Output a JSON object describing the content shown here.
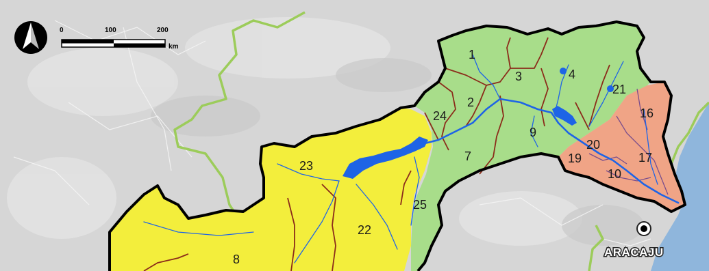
{
  "map": {
    "scale_bar": {
      "ticks": [
        "0",
        "100",
        "200"
      ],
      "unit": "km"
    },
    "north_arrow": {
      "icon": "north-arrow-icon"
    },
    "zones": [
      {
        "id": "1",
        "color": "#a8dd8a"
      },
      {
        "id": "2",
        "color": "#a8dd8a"
      },
      {
        "id": "3",
        "color": "#a8dd8a"
      },
      {
        "id": "4",
        "color": "#a8dd8a"
      },
      {
        "id": "7",
        "color": "#a8dd8a"
      },
      {
        "id": "8",
        "color": "#f3ee3c"
      },
      {
        "id": "9",
        "color": "#a8dd8a"
      },
      {
        "id": "10",
        "color": "#f0a486"
      },
      {
        "id": "16",
        "color": "#f0a486"
      },
      {
        "id": "17",
        "color": "#f0a486"
      },
      {
        "id": "19",
        "color": "#f0a486"
      },
      {
        "id": "20",
        "color": "#f0a486"
      },
      {
        "id": "21",
        "color": "#a8dd8a"
      },
      {
        "id": "22",
        "color": "#f3ee3c"
      },
      {
        "id": "23",
        "color": "#f3ee3c"
      },
      {
        "id": "24",
        "color": "#a8dd8a"
      },
      {
        "id": "25",
        "color": "#a8dd8a"
      }
    ],
    "city": {
      "name": "ARACAJU",
      "icon": "city-dot-icon"
    },
    "colors": {
      "lower_basin": "#f0a486",
      "middle_basin": "#a8dd8a",
      "upper_basin": "#f3ee3c",
      "river": "#1e64e6",
      "border": "#000000",
      "state_border": "#9ccc5a",
      "ocean": "#8fb6dc",
      "background": "#d9d9d9"
    }
  }
}
